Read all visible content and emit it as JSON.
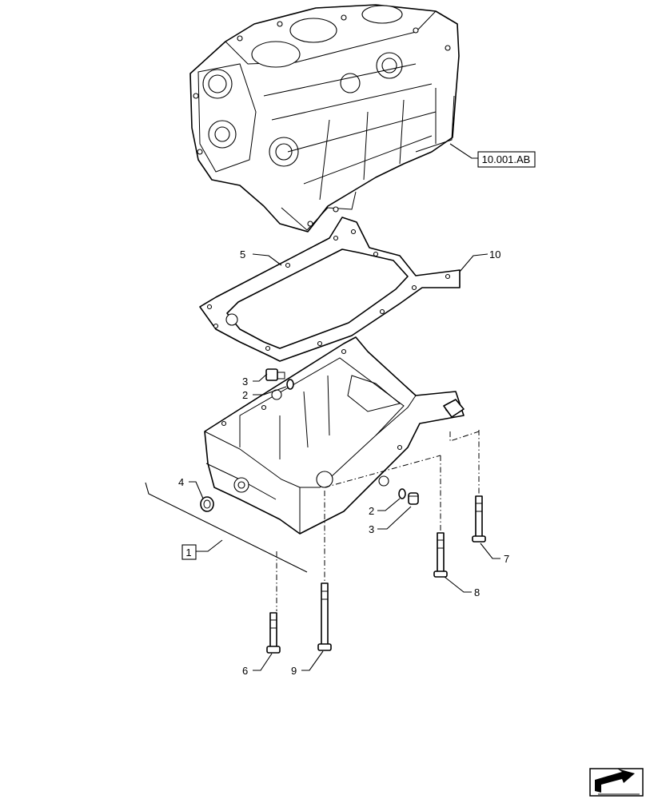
{
  "reference_label": "10.001.AB",
  "callouts": {
    "c1": "1",
    "c2a": "2",
    "c2b": "2",
    "c3a": "3",
    "c3b": "3",
    "c4": "4",
    "c5": "5",
    "c6": "6",
    "c7": "7",
    "c8": "8",
    "c9": "9",
    "c10": "10"
  },
  "navigation": {
    "icon": "next-page-arrow-icon"
  }
}
